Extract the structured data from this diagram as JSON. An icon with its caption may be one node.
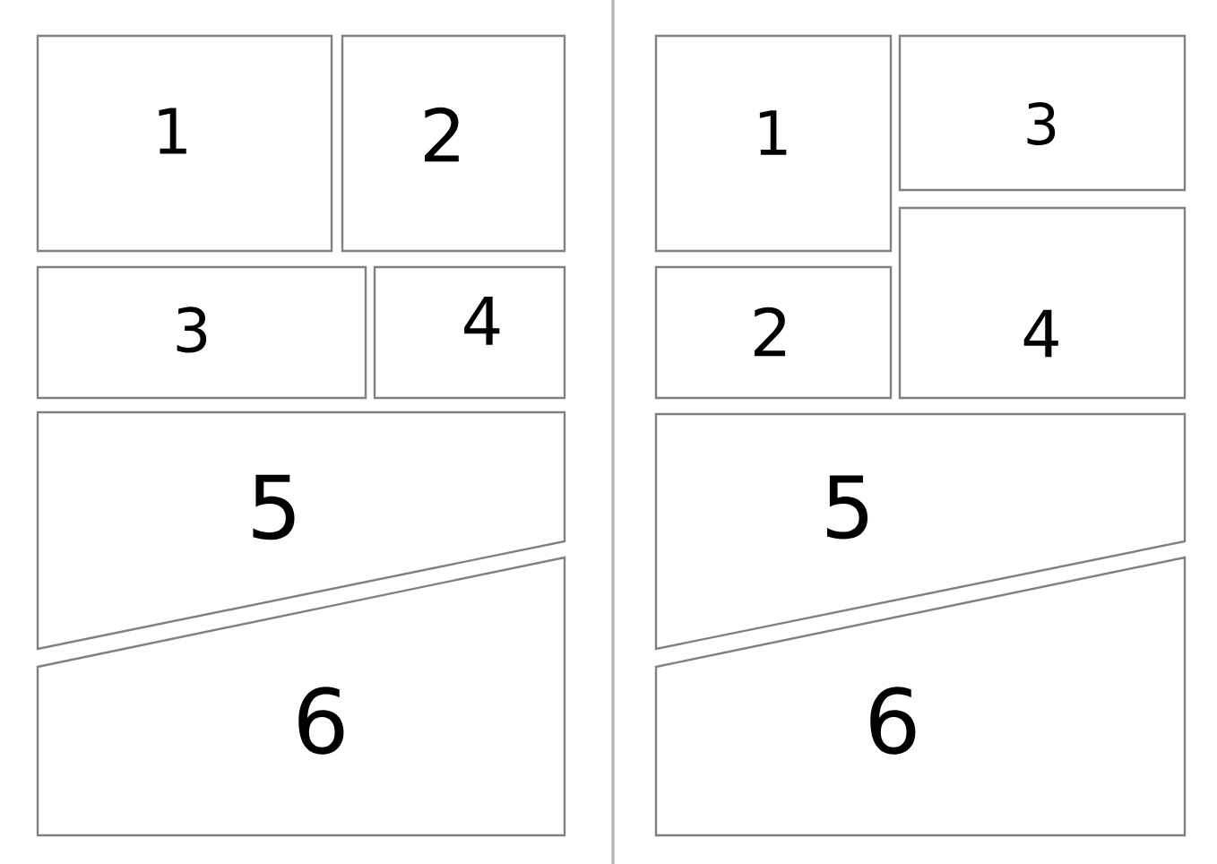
{
  "diagram": {
    "nodes": [
      {
        "text": [
          "1"
        ]
      },
      {
        "text": [
          "2"
        ]
      },
      {
        "text": [
          "3"
        ]
      },
      {
        "text": [
          "4"
        ]
      },
      {
        "text": [
          "5"
        ]
      },
      {
        "text": [
          "6"
        ]
      },
      {
        "text": [
          "1"
        ]
      },
      {
        "text": [
          "2"
        ]
      },
      {
        "text": [
          "3"
        ]
      },
      {
        "text": [
          "4"
        ]
      },
      {
        "text": [
          "5"
        ]
      },
      {
        "text": [
          "6"
        ]
      }
    ]
  }
}
